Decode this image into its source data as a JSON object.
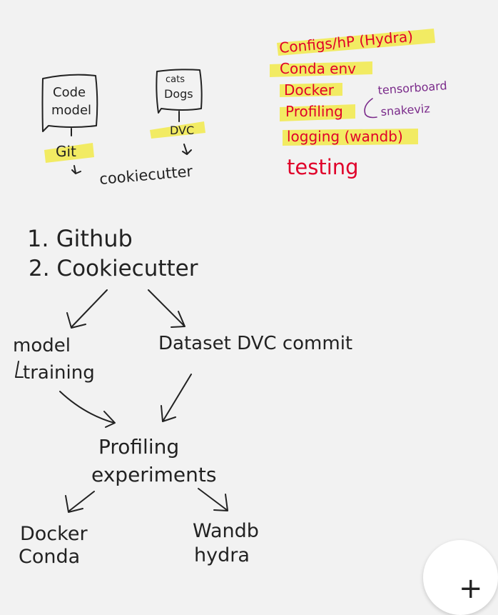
{
  "diagram": {
    "boxes": {
      "code_model": [
        "Code",
        "model"
      ],
      "cats_dogs": [
        "cats",
        "Dogs"
      ]
    },
    "labels": {
      "git": "Git",
      "dvc": "DVC",
      "cookiecutter_small": "cookiecutter"
    },
    "tools": {
      "configs": "Configs/hP (Hydra)",
      "conda_env": "Conda env",
      "docker": "Docker",
      "profiling": "Profiling",
      "tensorboard": "tensorboard",
      "snakeviz": "snakeviz",
      "logging": "logging (wandb)",
      "testing": "testing"
    },
    "steps": {
      "step1": "1. Github",
      "step2": "2. Cookiecutter"
    },
    "nodes": {
      "model_training": [
        "model",
        "training"
      ],
      "dataset_dvc_commit": "Dataset DVC commit",
      "profiling_experiments": [
        "Profiling",
        "experiments"
      ],
      "docker_conda": [
        "Docker",
        "Conda"
      ],
      "wandb_hydra": [
        "Wandb",
        "hydra"
      ]
    }
  },
  "fab": {
    "icon": "plus-icon",
    "symbol": "+"
  }
}
